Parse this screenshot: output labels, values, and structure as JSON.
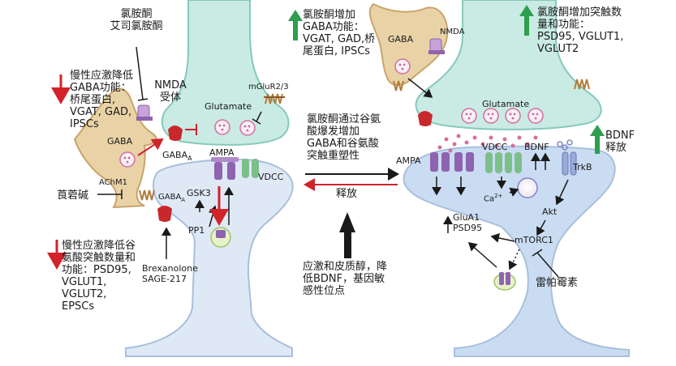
{
  "colors": {
    "up_arrow": "#2e9e4f",
    "down_arrow": "#d2232a",
    "neuron_fill": "#dfe9f6",
    "neuron_stroke": "#a9bfdc",
    "glia_fill": "#e9d3a6",
    "glia_stroke": "#c9a46a",
    "post_fill": "#c9dcf2",
    "pre_fill": "#c9ebe4",
    "receptor_purple": "#8e63b0",
    "receptor_red": "#c8282c",
    "receptor_green": "#7dbf8a",
    "vesicle": "#d4709e"
  },
  "left": {
    "ketamine": "氯胺酮\n艾司氯胺酮",
    "nmda_receptor": "NMDA\n受体",
    "glutamate": "Glutamate",
    "mglur": "mGluR2/3",
    "stress_gaba": "慢性应激降低\nGABA功能：\n桥尾蛋白,\nVGAT, GAD,\nIPSCs",
    "gaba": "GABA",
    "gaba_a": "GABA",
    "gaba_a_sub": "A",
    "ampa": "AMPA",
    "vdcc": "VDCC",
    "gsk3": "GSK3",
    "pp1": "PP1",
    "gaba_a_post": "GABA",
    "achm1": "AChM1",
    "scopolamine": "莨菪碱",
    "brexanolone": "Brexanolone\nSAGE-217",
    "stress_glu": "慢性应激降低谷\n氨酸突触数量和\n功能：PSD95,\nVGLUT1,\nVGLUT2,\nEPSCs"
  },
  "middle": {
    "burst": "氯胺酮通过谷氨\n酸爆发增加\nGABA和谷氨酸\n突触重塑性",
    "release": "释放",
    "stress_bdnf": "应激和皮质醇，降\n低BDNF，基因敏\n感性位点"
  },
  "right": {
    "ketamine_gaba": "氯胺酮增加\nGABA功能：\nVGAT, GAD,桥\n尾蛋白, IPSCs",
    "gaba": "GABA",
    "nmda": "NMDA",
    "ketamine_syn": "氯胺酮增加突触数\n量和功能：\nPSD95, VGLUT1,\nVGLUT2",
    "glutamate": "Glutamate",
    "ampa": "AMPA",
    "vdcc": "VDCC",
    "bdnf": "BDNF",
    "trkb": "TrkB",
    "bdnf_release": "BDNF\n释放",
    "ca": "Ca",
    "ca_sup": "2+",
    "akt": "Akt",
    "glua1": "GluA1\nPSD95",
    "mtorc1": "mTORC1",
    "rapamycin": "雷帕霉素"
  }
}
